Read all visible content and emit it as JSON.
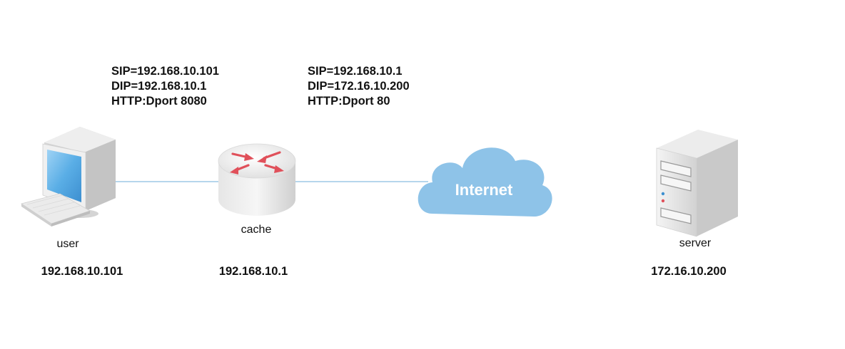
{
  "packets": [
    {
      "sip": "SIP=192.168.10.101",
      "dip": "DIP=192.168.10.1",
      "port": "HTTP:Dport 8080"
    },
    {
      "sip": "SIP=192.168.10.1",
      "dip": "DIP=172.16.10.200",
      "port": "HTTP:Dport 80"
    }
  ],
  "nodes": {
    "user": {
      "label": "user",
      "ip": "192.168.10.101",
      "icon": "desktop-computer-icon"
    },
    "cache": {
      "label": "cache",
      "ip": "192.168.10.1",
      "icon": "router-icon"
    },
    "internet": {
      "label": "Internet",
      "icon": "cloud-icon"
    },
    "server": {
      "label": "server",
      "ip": "172.16.10.200",
      "icon": "server-tower-icon"
    }
  },
  "colors": {
    "link": "#9ec9e6",
    "cloud": "#8ec3e8",
    "router_arrow": "#e0505a",
    "screen": "#5aaee6"
  }
}
